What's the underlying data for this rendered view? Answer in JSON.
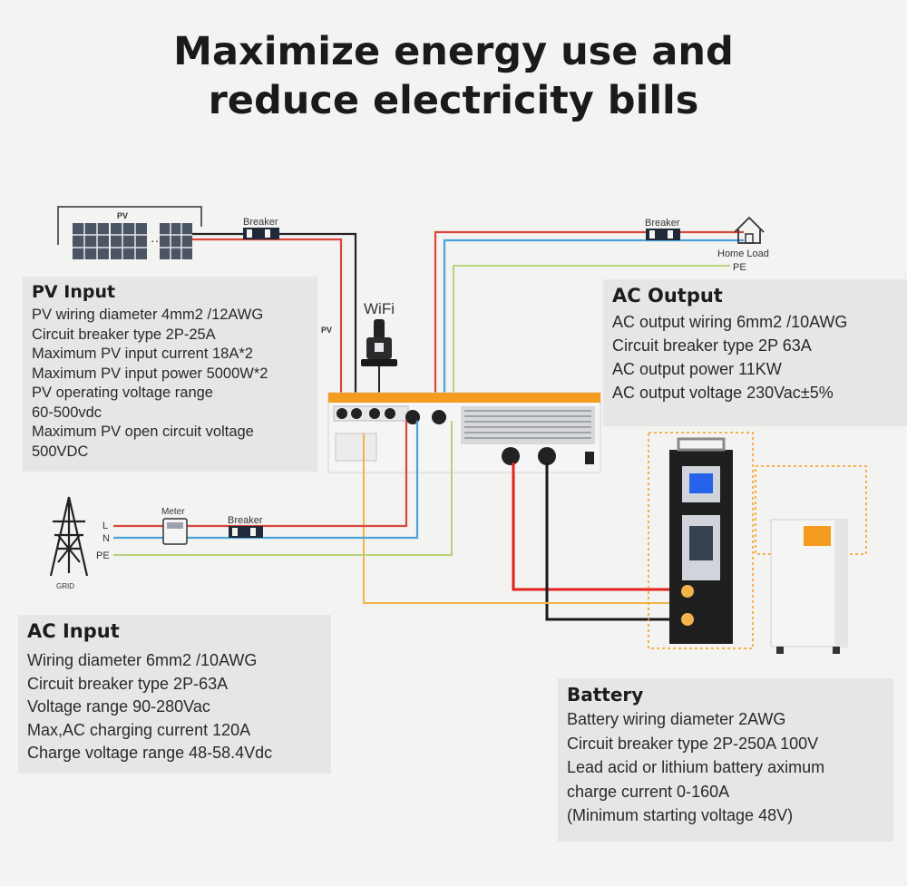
{
  "headline": {
    "line1": "Maximize energy use and",
    "line2": "reduce electricity bills"
  },
  "labels": {
    "pv_array": "PV",
    "pv_wire": "PV",
    "breaker_pv": "Breaker",
    "breaker_load": "Breaker",
    "breaker_grid": "Breaker",
    "home_load": "Home Load",
    "pe_top": "PE",
    "wifi": "WiFi",
    "meter": "Meter",
    "grid": "GRID",
    "l": "L",
    "n": "N",
    "pe_grid": "PE"
  },
  "pv_input": {
    "title": "PV Input",
    "lines": [
      "PV wiring diameter 4mm2 /12AWG",
      "Circuit breaker type 2P-25A",
      "Maximum PV input current 18A*2",
      "Maximum PV input power 5000W*2",
      "PV operating voltage range",
      "60-500vdc",
      "Maximum PV open circuit voltage",
      "500VDC"
    ]
  },
  "ac_output": {
    "title": "AC Output",
    "lines": [
      "AC output wiring 6mm2 /10AWG",
      "Circuit breaker type 2P 63A",
      "AC output power 11KW",
      "AC output voltage 230Vac±5%"
    ]
  },
  "ac_input": {
    "title": "AC Input",
    "lines": [
      "Wiring diameter 6mm2 /10AWG",
      "Circuit breaker type 2P-63A",
      "Voltage range 90-280Vac",
      "Max,AC charging current 120A",
      "Charge voltage range 48-58.4Vdc"
    ]
  },
  "battery": {
    "title": "Battery",
    "lines": [
      "Battery wiring diameter 2AWG",
      "Circuit breaker type 2P-250A 100V",
      "Lead acid or lithium battery aximum",
      "charge current 0-160A",
      "(Minimum starting voltage 48V)"
    ]
  },
  "colors": {
    "live_wire": "#d9463a",
    "neutral_wire": "#4aa3d8",
    "pe_wire": "#b8d27a",
    "battery_pos": "#e0231e",
    "battery_neg": "#1a1a1a",
    "comm_wire": "#f2b44a",
    "inverter_accent": "#f39c1f"
  }
}
